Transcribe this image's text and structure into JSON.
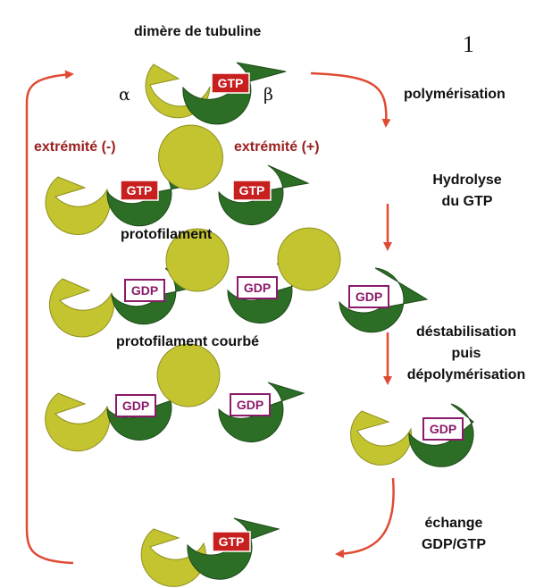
{
  "page_number": "1",
  "title": "dimère de tubuline",
  "alpha_symbol": "α",
  "beta_symbol": "β",
  "minus_end": "extrémité (-)",
  "plus_end": "extrémité (+)",
  "protofilament": "protofilament",
  "curved_protofilament": "protofilament courbé",
  "steps": {
    "polymerisation": "polymérisation",
    "hydrolysis_line1": "Hydrolyse",
    "hydrolysis_line2": "du GTP",
    "destab_line1": "déstabilisation",
    "destab_line2": "puis",
    "destab_line3": "dépolymérisation",
    "exchange_line1": "échange",
    "exchange_line2": "GDP/GTP"
  },
  "gtp": "GTP",
  "gdp": "GDP",
  "colors": {
    "alpha": "#c4c430",
    "beta": "#2c6e25",
    "gtp_box": "#c81f1f",
    "gdp_border": "#8b1a6a",
    "arrow": "#e04a33",
    "end_label": "#9b1f1f"
  }
}
